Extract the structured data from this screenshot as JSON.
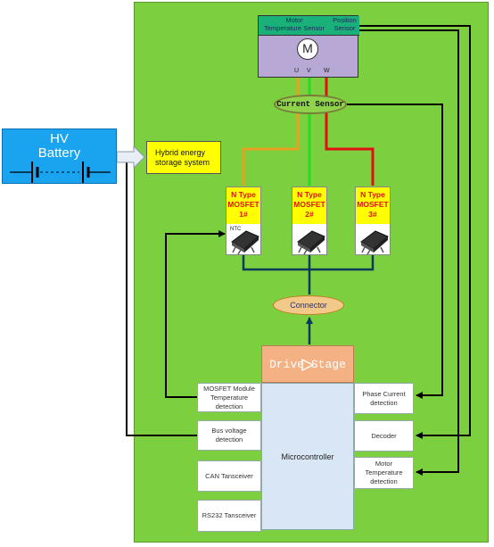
{
  "battery": {
    "label_1": "HV",
    "label_2": "Battery"
  },
  "hybrid": {
    "line_1": "Hybrid energy",
    "line_2": "storage system"
  },
  "motor": {
    "temp_header_1": "Motor",
    "temp_header_2": "Temperature Sensor",
    "pos_header_1": "Position",
    "pos_header_2": "Sensor",
    "symbol": "M",
    "phase_u": "U",
    "phase_v": "V",
    "phase_w": "W"
  },
  "current_sensor": "Current Sensor",
  "mosfets": [
    {
      "line_1": "N Type",
      "line_2": "MOSFET",
      "line_3": "1#"
    },
    {
      "line_1": "N Type",
      "line_2": "MOSFET",
      "line_3": "2#"
    },
    {
      "line_1": "N Type",
      "line_2": "MOSFET",
      "line_3": "3#"
    }
  ],
  "ntc_label": "NTC",
  "connector": "Connector",
  "drive_stage": "Drive Stage",
  "microcontroller": "Microcontroller",
  "left_boxes": [
    {
      "line_1": "MOSFET Module",
      "line_2": "Temperature",
      "line_3": "detection"
    },
    {
      "line_1": "Bus voltage",
      "line_2": "detection"
    },
    {
      "line_1": "CAN Tansceiver"
    },
    {
      "line_1": "RS232 Tansceiver"
    }
  ],
  "right_boxes": [
    {
      "line_1": "Phase Current",
      "line_2": "detection"
    },
    {
      "line_1": "Decoder"
    },
    {
      "line_1": "Motor",
      "line_2": "Temperature",
      "line_3": "detection"
    }
  ],
  "colors": {
    "panel": "#7ccf3e",
    "battery": "#1aa3ef",
    "wire_u": "#e8a020",
    "wire_v": "#22dd22",
    "wire_w": "#e01010",
    "signal": "#000000",
    "bus": "#0a3a5a"
  }
}
